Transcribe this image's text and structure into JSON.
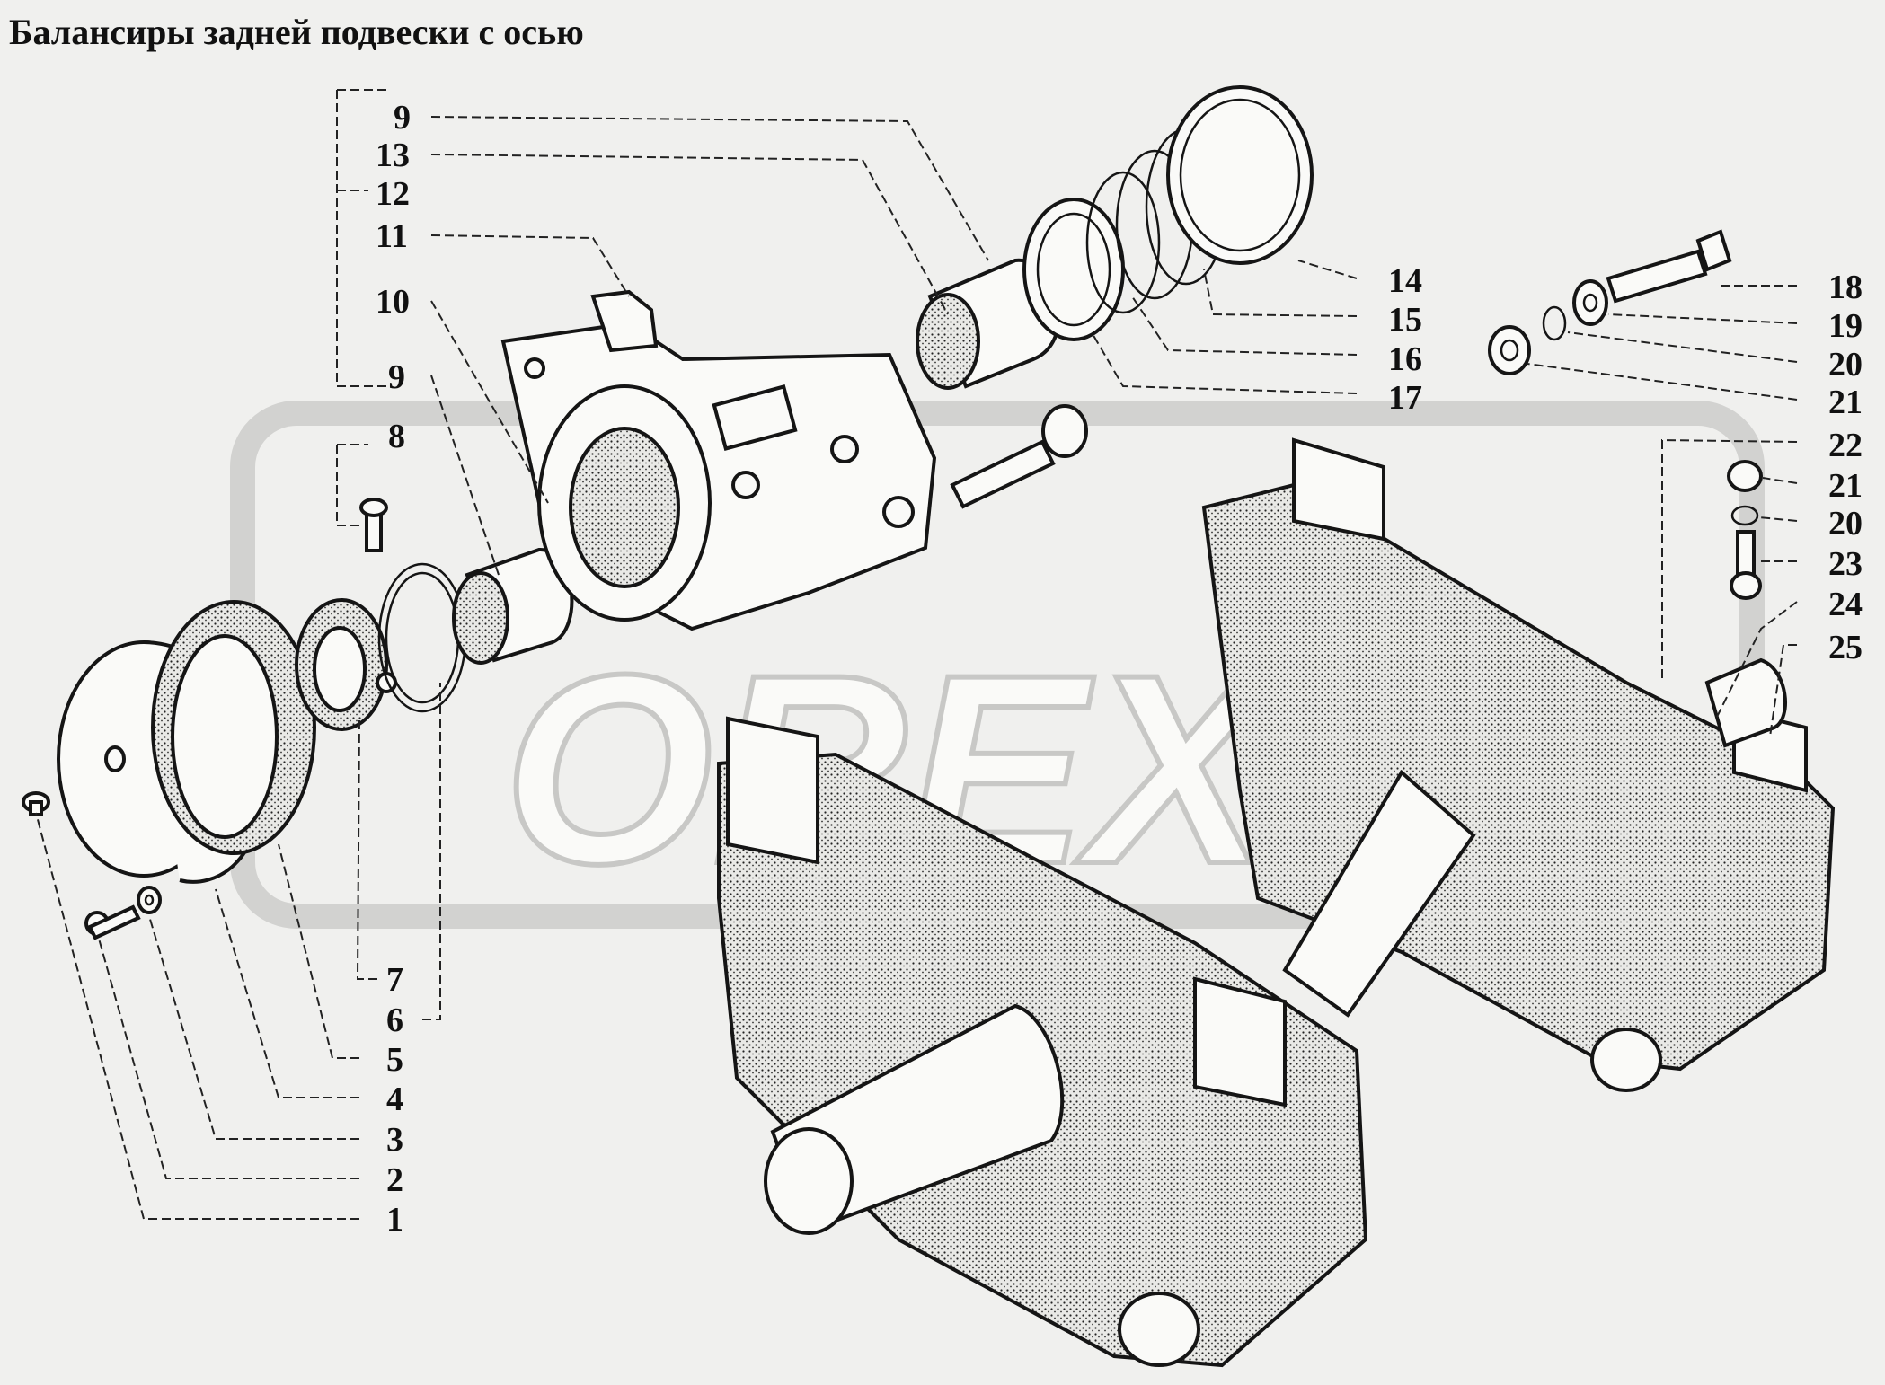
{
  "title": "Балансиры задней подвески с осью",
  "callouts": [
    {
      "id": "c9a",
      "text": "9"
    },
    {
      "id": "c13",
      "text": "13"
    },
    {
      "id": "c12",
      "text": "12"
    },
    {
      "id": "c11",
      "text": "11"
    },
    {
      "id": "c10",
      "text": "10"
    },
    {
      "id": "c9b",
      "text": "9"
    },
    {
      "id": "c8",
      "text": "8"
    },
    {
      "id": "c14",
      "text": "14"
    },
    {
      "id": "c15",
      "text": "15"
    },
    {
      "id": "c16",
      "text": "16"
    },
    {
      "id": "c17",
      "text": "17"
    },
    {
      "id": "c18",
      "text": "18"
    },
    {
      "id": "c19",
      "text": "19"
    },
    {
      "id": "c20a",
      "text": "20"
    },
    {
      "id": "c21a",
      "text": "21"
    },
    {
      "id": "c22",
      "text": "22"
    },
    {
      "id": "c21b",
      "text": "21"
    },
    {
      "id": "c20b",
      "text": "20"
    },
    {
      "id": "c23",
      "text": "23"
    },
    {
      "id": "c24",
      "text": "24"
    },
    {
      "id": "c25",
      "text": "25"
    },
    {
      "id": "c7",
      "text": "7"
    },
    {
      "id": "c6",
      "text": "6"
    },
    {
      "id": "c5",
      "text": "5"
    },
    {
      "id": "c4",
      "text": "4"
    },
    {
      "id": "c3",
      "text": "3"
    },
    {
      "id": "c2",
      "text": "2"
    },
    {
      "id": "c1",
      "text": "1"
    }
  ],
  "watermark": "OREX"
}
